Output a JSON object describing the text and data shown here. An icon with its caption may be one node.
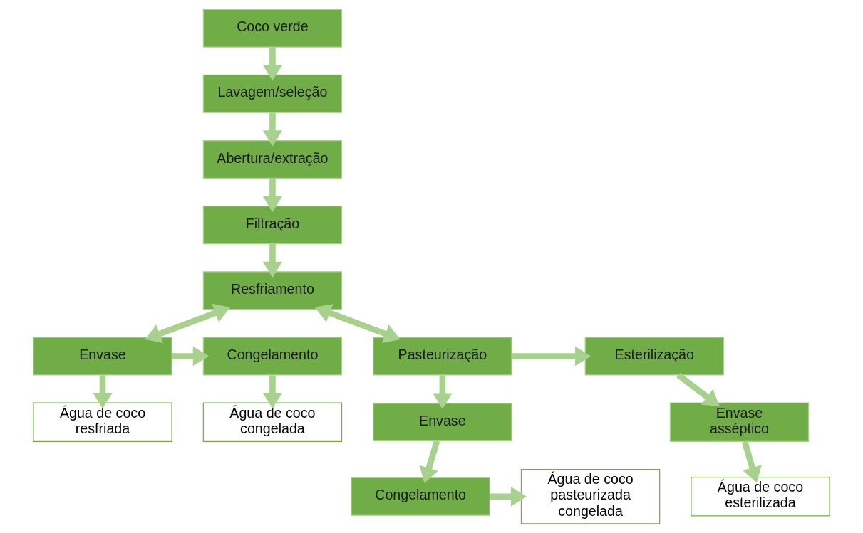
{
  "diagram": {
    "nodes": [
      {
        "text": [
          "Coco verde"
        ]
      },
      {
        "text": [
          "Lavagem/seleção"
        ]
      },
      {
        "text": [
          "Abertura/extração"
        ]
      },
      {
        "text": [
          "Filtração"
        ]
      },
      {
        "text": [
          "Resfriamento"
        ]
      },
      {
        "text": [
          "Congelamento"
        ]
      },
      {
        "text": [
          "Envase"
        ]
      },
      {
        "text": [
          "Pasteurização"
        ]
      },
      {
        "text": [
          "Esterilização"
        ]
      },
      {
        "text": [
          "Água de coco congelada"
        ]
      },
      {
        "text": [
          "Água de coco resfriada"
        ]
      },
      {
        "text": [
          "Envase"
        ]
      },
      {
        "text": [
          "Envase asséptico"
        ]
      },
      {
        "text": [
          "Água de coco pasteurizada congelada"
        ]
      },
      {
        "text": [
          "Congelamento"
        ]
      },
      {
        "text": [
          "Água de coco esterilizada"
        ]
      }
    ],
    "edges": [
      {
        "from": 0,
        "to": 1,
        "arrow": "to"
      },
      {
        "from": 1,
        "to": 2,
        "arrow": "to"
      },
      {
        "from": 2,
        "to": 3,
        "arrow": "to"
      },
      {
        "from": 3,
        "to": 4,
        "arrow": "to"
      },
      {
        "from": 4,
        "to": 6,
        "arrow": "both"
      },
      {
        "from": 4,
        "to": 7,
        "arrow": "both"
      },
      {
        "from": 6,
        "to": 5,
        "arrow": "to"
      },
      {
        "from": 5,
        "to": 9,
        "arrow": "to"
      },
      {
        "from": 6,
        "to": 10,
        "arrow": "to"
      },
      {
        "from": 7,
        "to": 8,
        "arrow": "to"
      },
      {
        "from": 7,
        "to": 11,
        "arrow": "to"
      },
      {
        "from": 11,
        "to": 14,
        "arrow": "to"
      },
      {
        "from": 14,
        "to": 13,
        "arrow": "to"
      },
      {
        "from": 8,
        "to": 12,
        "arrow": "to"
      },
      {
        "from": 12,
        "to": 15,
        "arrow": "to"
      }
    ]
  }
}
